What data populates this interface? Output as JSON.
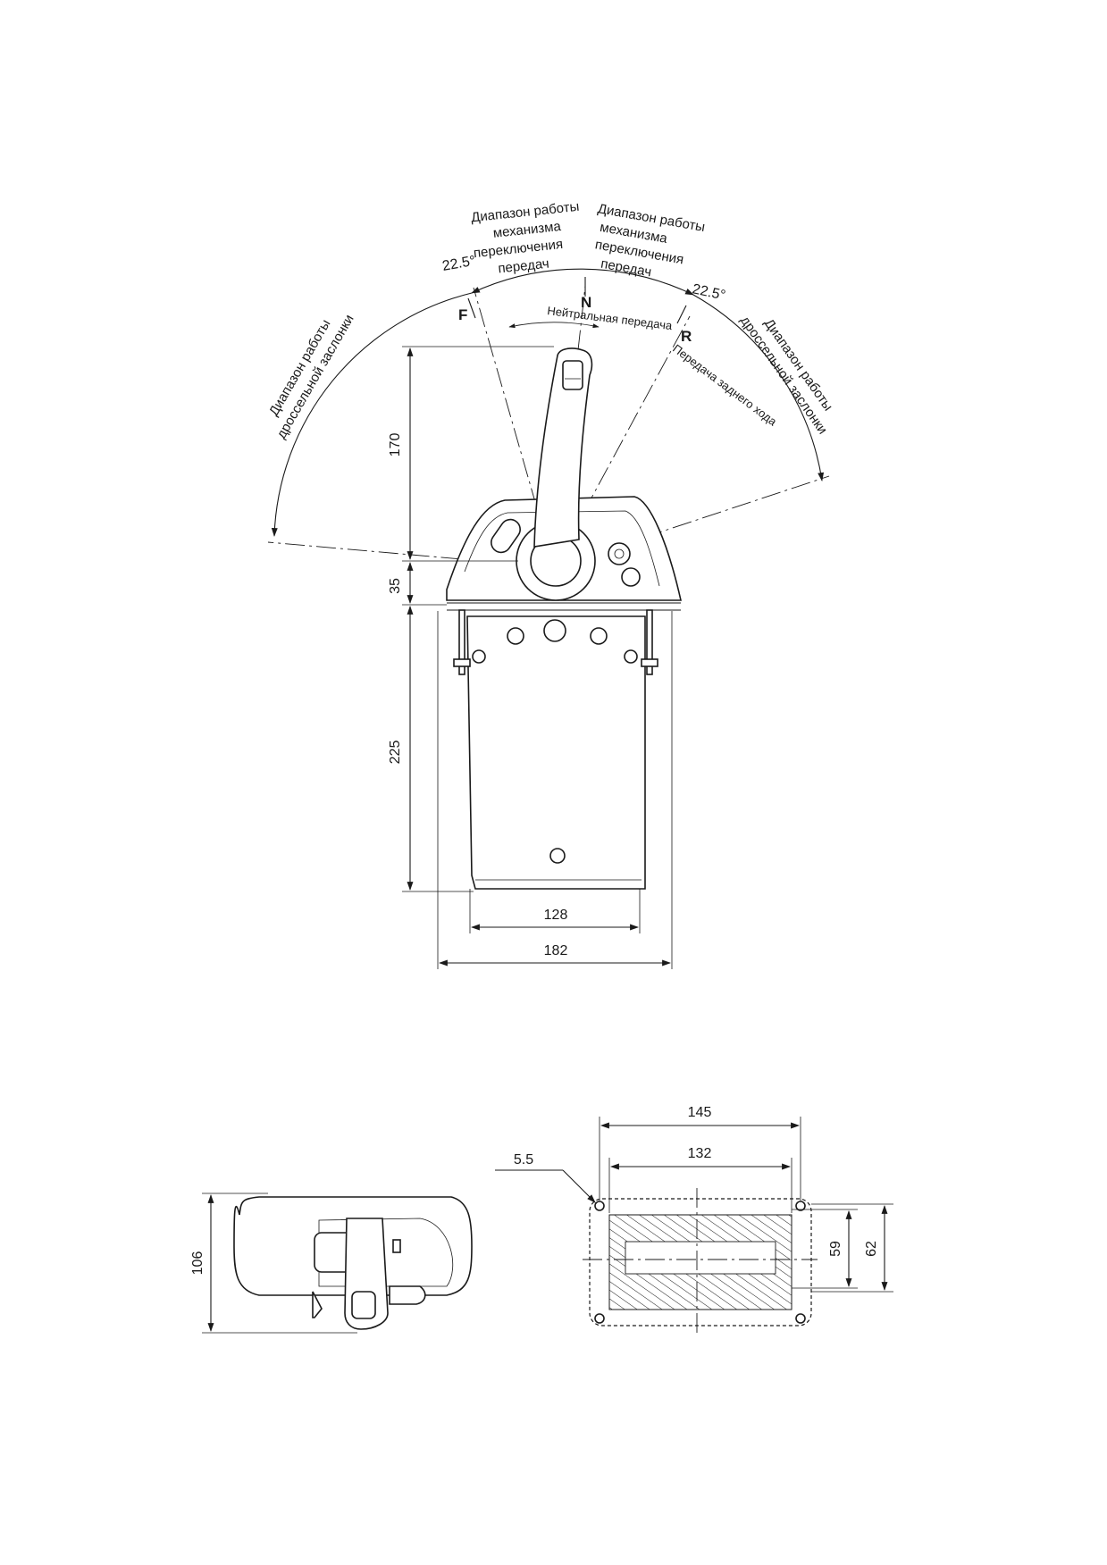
{
  "labels": {
    "throttle_range_left": [
      "Диапазон работы",
      "дроссельной заслонки"
    ],
    "throttle_range_right": [
      "Диапазон работы",
      "дроссельной заслонки"
    ],
    "shift_range_left": [
      "Диапазон работы",
      "механизма",
      "переключения",
      "передач"
    ],
    "shift_range_right": [
      "Диапазон работы",
      "механизма",
      "переключения",
      "передач"
    ],
    "angle_left": "22.5°",
    "angle_right": "22.5°",
    "forward_mark": "F",
    "neutral_mark": "N",
    "reverse_mark": "R",
    "neutral_text": "Нейтральная передача",
    "reverse_text": "Передача заднего хода"
  },
  "dimensions": {
    "front_height_lever": "170",
    "front_height_hub": "35",
    "front_height_box": "225",
    "front_width_box": "128",
    "front_width_total": "182",
    "side_height": "106",
    "cutout_hole": "5.5",
    "cutout_outer_width": "145",
    "cutout_inner_width": "132",
    "cutout_inner_height": "59",
    "cutout_outer_height": "62"
  },
  "colors": {
    "line": "#1a1a1a",
    "background": "#ffffff"
  }
}
